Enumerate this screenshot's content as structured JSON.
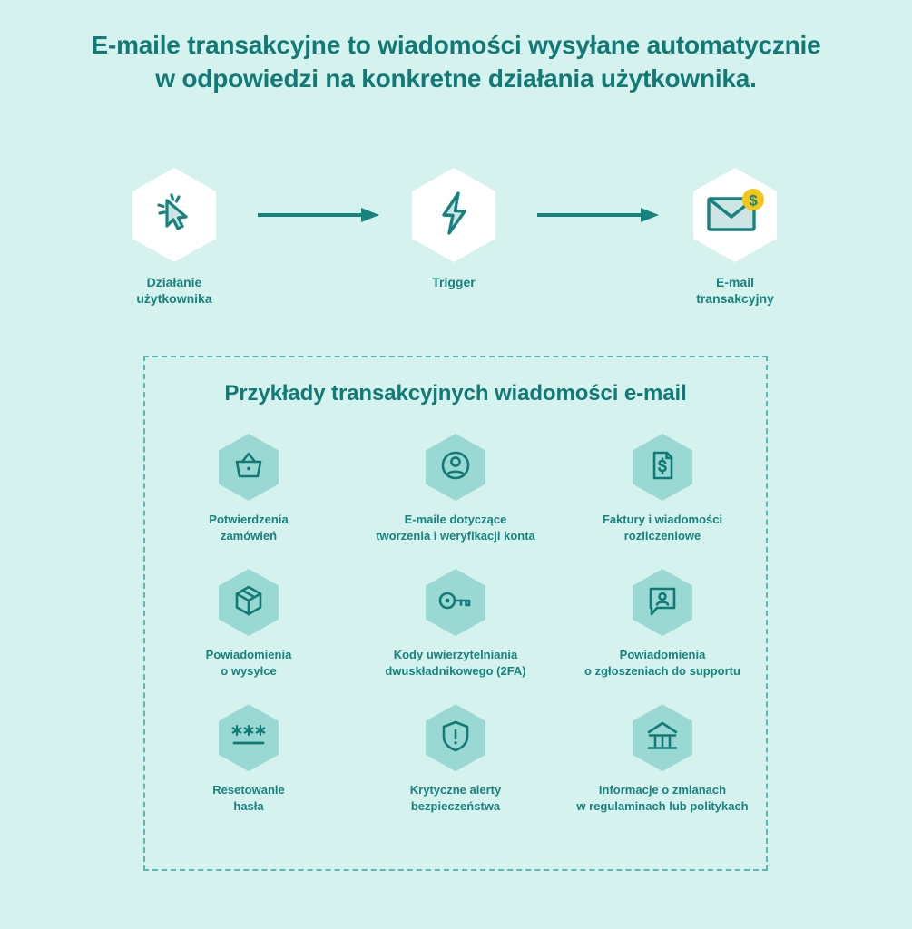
{
  "title": {
    "line1": "E-maile transakcyjne to wiadomości wysyłane automatycznie",
    "line2": "w odpowiedzi na konkretne działania użytkownika."
  },
  "colors": {
    "background": "#d5f2ee",
    "teal_dark": "#127a76",
    "teal_text": "#17837f",
    "hex_fill": "#9ad8d3",
    "hex_white": "#ffffff",
    "dashed_border": "#5cb8b4",
    "badge_yellow": "#f5c518",
    "icon_tint": "#cfe4e4"
  },
  "flow": {
    "nodes": [
      {
        "icon": "cursor-click-icon",
        "label_line1": "Działanie",
        "label_line2": "użytkownika"
      },
      {
        "icon": "lightning-bolt-icon",
        "label_line1": "Trigger",
        "label_line2": ""
      },
      {
        "icon": "envelope-dollar-icon",
        "label_line1": "E-mail",
        "label_line2": "transakcyjny"
      }
    ],
    "arrows": [
      {
        "name": "arrow-right-1"
      },
      {
        "name": "arrow-right-2"
      }
    ]
  },
  "panel": {
    "heading": "Przykłady transakcyjnych wiadomości e-mail",
    "items": [
      {
        "icon": "shopping-basket-icon",
        "label_line1": "Potwierdzenia",
        "label_line2": "zamówień"
      },
      {
        "icon": "user-circle-icon",
        "label_line1": "E-maile dotyczące",
        "label_line2": "tworzenia i weryfikacji konta"
      },
      {
        "icon": "invoice-dollar-icon",
        "label_line1": "Faktury i wiadomości",
        "label_line2": "rozliczeniowe"
      },
      {
        "icon": "package-box-icon",
        "label_line1": "Powiadomienia",
        "label_line2": "o wysyłce"
      },
      {
        "icon": "key-icon",
        "label_line1": "Kody uwierzytelniania",
        "label_line2": "dwuskładnikowego (2FA)"
      },
      {
        "icon": "chat-person-icon",
        "label_line1": "Powiadomienia",
        "label_line2": "o zgłoszeniach do supportu"
      },
      {
        "icon": "password-asterisks-icon",
        "label_line1": "Resetowanie",
        "label_line2": "hasła"
      },
      {
        "icon": "shield-alert-icon",
        "label_line1": "Krytyczne alerty",
        "label_line2": "bezpieczeństwa"
      },
      {
        "icon": "bank-columns-icon",
        "label_line1": "Informacje o zmianach",
        "label_line2": "w regulaminach lub politykach"
      }
    ]
  }
}
